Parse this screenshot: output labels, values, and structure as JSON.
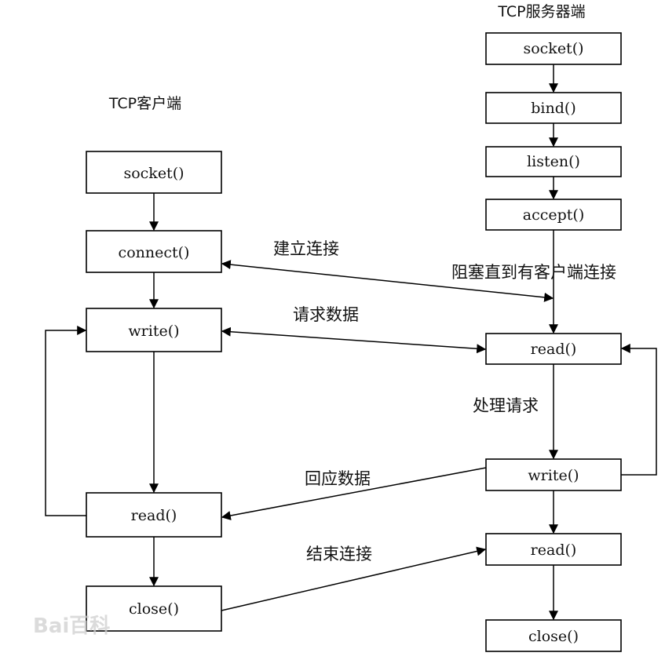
{
  "client": {
    "title": "TCP客户端",
    "socket": "socket()",
    "connect": "connect()",
    "write": "write()",
    "read": "read()",
    "close": "close()"
  },
  "server": {
    "title": "TCP服务器端",
    "socket": "socket()",
    "bind": "bind()",
    "listen": "listen()",
    "accept": "accept()",
    "block_note": "阻塞直到有客户端连接",
    "read": "read()",
    "process_note": "处理请求",
    "write": "write()",
    "read2": "read()",
    "close": "close()"
  },
  "edges": {
    "establish": "建立连接",
    "request": "请求数据",
    "response": "回应数据",
    "finish": "结束连接"
  },
  "watermark": "Bai百科"
}
